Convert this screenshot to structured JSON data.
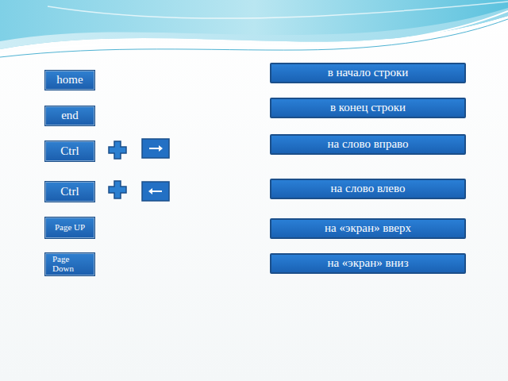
{
  "diagram": {
    "nodes": [
      {
        "text": [
          "home"
        ]
      },
      {
        "text": [
          "в начало строки"
        ]
      },
      {
        "text": [
          "end"
        ]
      },
      {
        "text": [
          "в конец строки"
        ]
      },
      {
        "text": [
          "Ctrl"
        ]
      },
      {
        "text": [
          "на слово вправо"
        ]
      },
      {
        "text": [
          "Ctrl"
        ]
      },
      {
        "text": [
          "на слово влево"
        ]
      },
      {
        "text": [
          "Page UP"
        ]
      },
      {
        "text": [
          "на «экран» вверх"
        ]
      },
      {
        "text": [
          "Page Down"
        ]
      },
      {
        "text": [
          "на «экран» вниз"
        ]
      }
    ]
  }
}
